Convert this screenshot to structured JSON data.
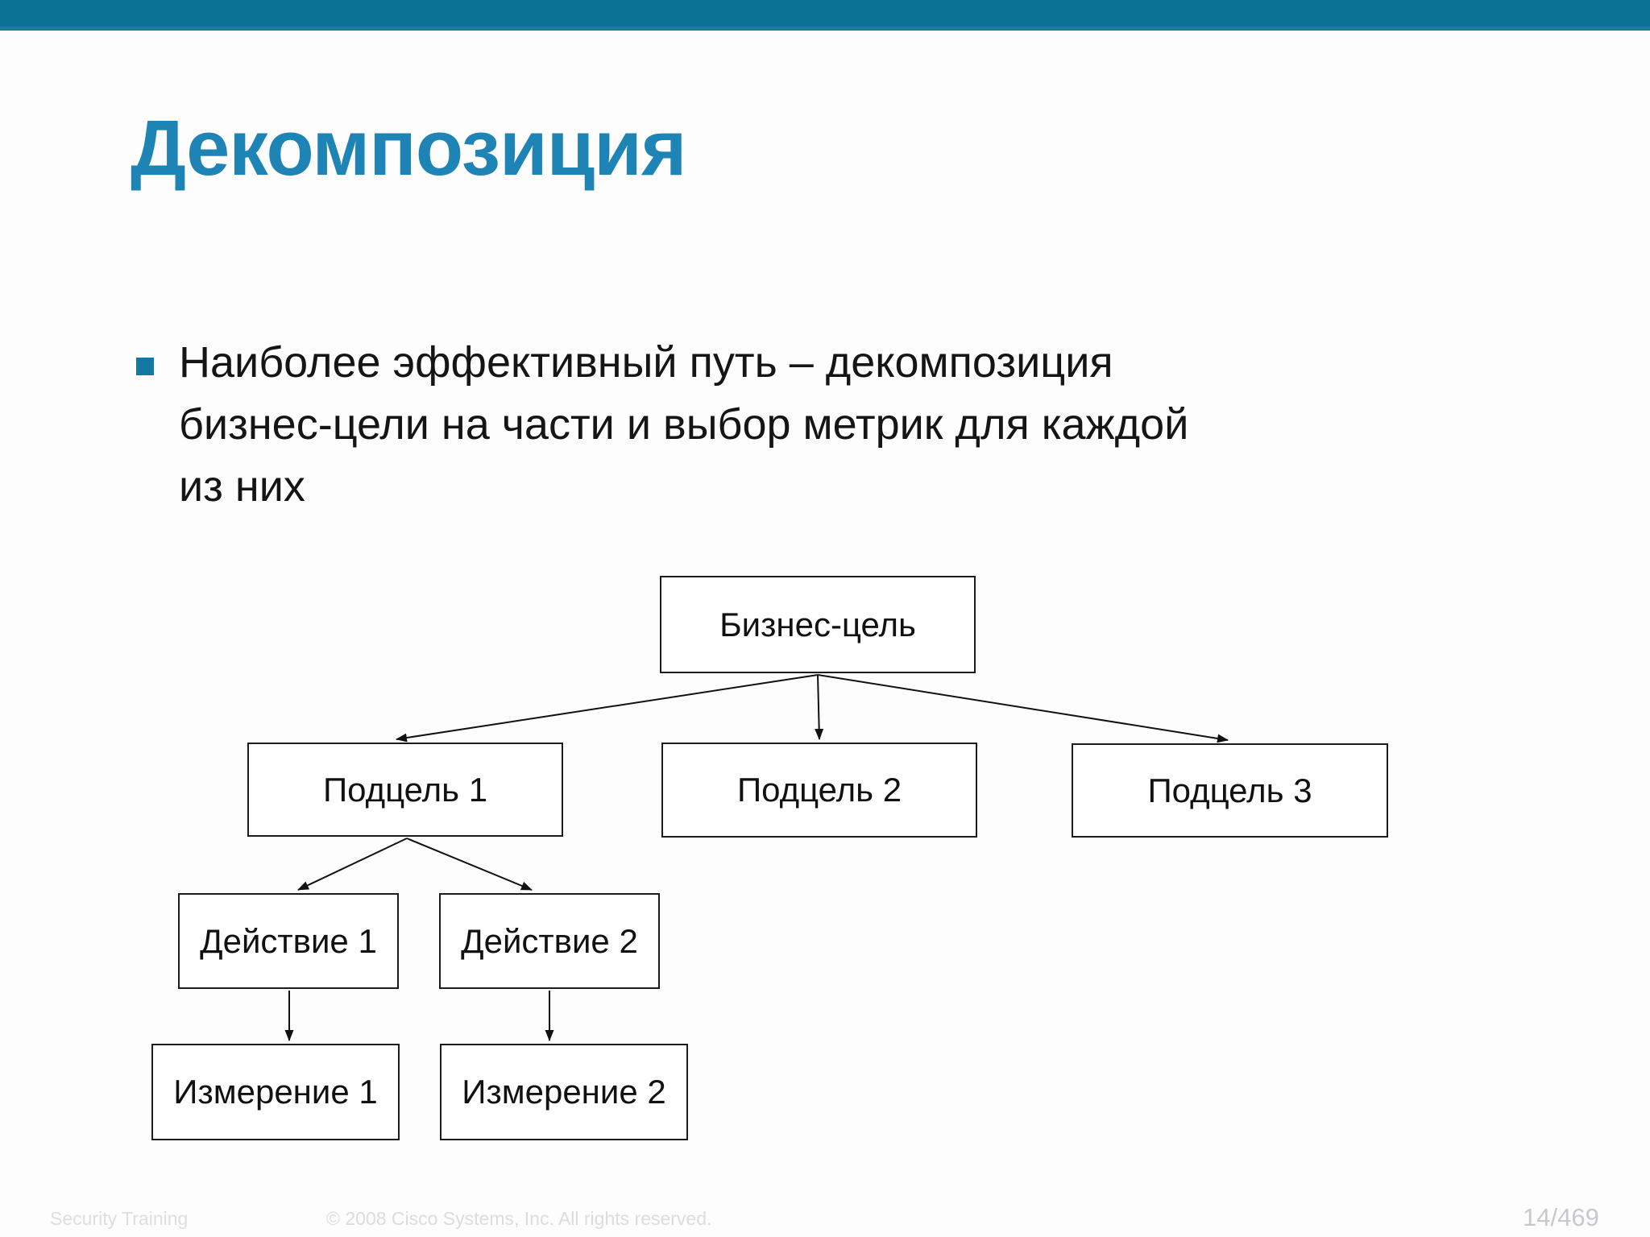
{
  "slide": {
    "title": "Декомпозиция",
    "bullet": {
      "marker": "square",
      "lines": [
        "Наиболее эффективный путь – декомпозиция",
        "бизнес-цели на части и выбор метрик для каждой",
        "из них"
      ],
      "full_text": "Наиболее эффективный путь – декомпозиция бизнес-цели на части и выбор метрик для каждой из них"
    },
    "diagram": {
      "type": "tree",
      "nodes": [
        {
          "id": "business",
          "label": "Бизнес-цель"
        },
        {
          "id": "sub1",
          "label": "Подцель 1"
        },
        {
          "id": "sub2",
          "label": "Подцель 2"
        },
        {
          "id": "sub3",
          "label": "Подцель 3"
        },
        {
          "id": "act1",
          "label": "Действие 1"
        },
        {
          "id": "act2",
          "label": "Действие 2"
        },
        {
          "id": "meas1",
          "label": "Измерение 1"
        },
        {
          "id": "meas2",
          "label": "Измерение 2"
        }
      ],
      "edges": [
        {
          "from": "business",
          "to": "sub1"
        },
        {
          "from": "business",
          "to": "sub2"
        },
        {
          "from": "business",
          "to": "sub3"
        },
        {
          "from": "sub1",
          "to": "act1"
        },
        {
          "from": "sub1",
          "to": "act2"
        },
        {
          "from": "act1",
          "to": "meas1"
        },
        {
          "from": "act2",
          "to": "meas2"
        }
      ]
    },
    "footer": {
      "left": "Security Training",
      "copyright": "© 2008 Cisco Systems, Inc. All rights reserved.",
      "page": "14/469"
    },
    "colors": {
      "top_bar": "#0b7293",
      "top_bar_edge": "#1d7e9d",
      "title": "#1e84b6",
      "bullet_marker": "#1478a2",
      "body_text": "#151515",
      "box_border": "#1c1c1c",
      "footer_text": "#dcdcde",
      "page_number": "#c9c9cd"
    }
  }
}
